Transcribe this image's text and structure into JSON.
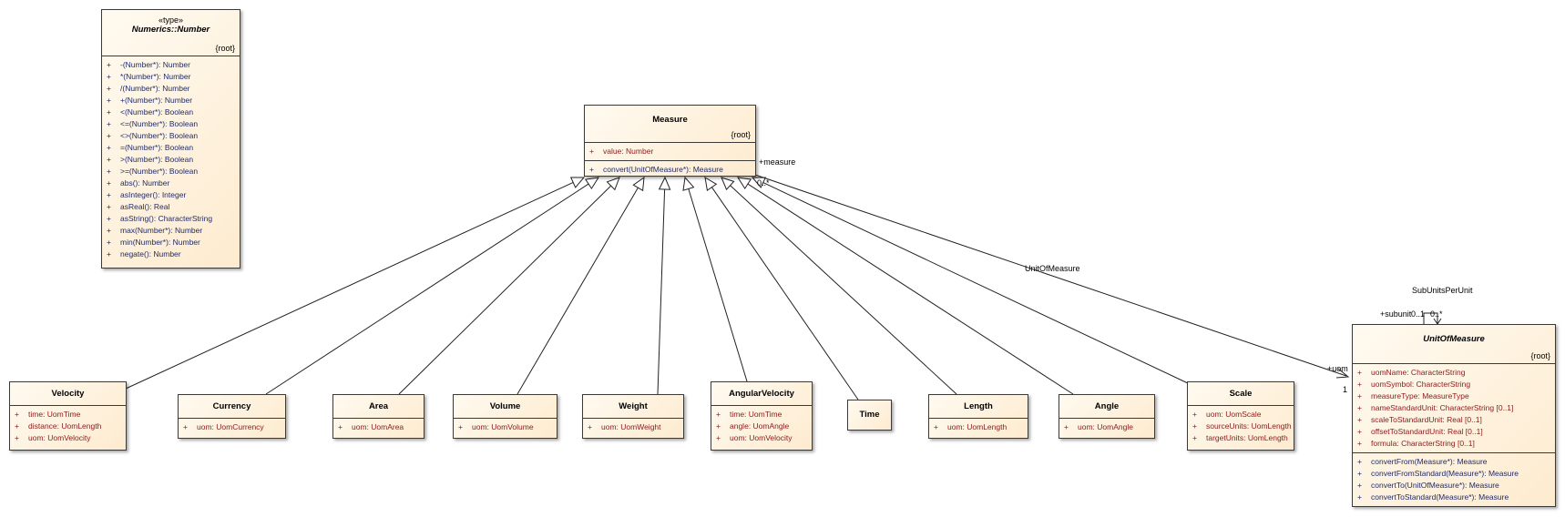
{
  "number_class": {
    "stereotype": "«type»",
    "name": "Numerics::Number",
    "tag": "{root}",
    "operations": [
      {
        "vis": "+",
        "text": "-(Number*): Number"
      },
      {
        "vis": "+",
        "text": "*(Number*): Number"
      },
      {
        "vis": "+",
        "text": "/(Number*): Number"
      },
      {
        "vis": "+",
        "text": "+(Number*): Number"
      },
      {
        "vis": "+",
        "text": "<(Number*): Boolean"
      },
      {
        "vis": "+",
        "text": "<=(Number*): Boolean"
      },
      {
        "vis": "+",
        "text": "<>(Number*): Boolean"
      },
      {
        "vis": "+",
        "text": "=(Number*): Boolean"
      },
      {
        "vis": "+",
        "text": ">(Number*): Boolean"
      },
      {
        "vis": "+",
        "text": ">=(Number*): Boolean"
      },
      {
        "vis": "+",
        "text": "abs(): Number"
      },
      {
        "vis": "+",
        "text": "asInteger(): Integer"
      },
      {
        "vis": "+",
        "text": "asReal(): Real"
      },
      {
        "vis": "+",
        "text": "asString(): CharacterString"
      },
      {
        "vis": "+",
        "text": "max(Number*): Number"
      },
      {
        "vis": "+",
        "text": "min(Number*): Number"
      },
      {
        "vis": "+",
        "text": "negate(): Number"
      }
    ]
  },
  "measure_class": {
    "name": "Measure",
    "tag": "{root}",
    "attributes": [
      {
        "vis": "+",
        "text": "value: Number"
      }
    ],
    "operations": [
      {
        "vis": "+",
        "text": "convert(UnitOfMeasure*): Measure"
      }
    ]
  },
  "uom_class": {
    "name": "UnitOfMeasure",
    "tag": "{root}",
    "attributes": [
      {
        "vis": "+",
        "text": "uomName: CharacterString"
      },
      {
        "vis": "+",
        "text": "uomSymbol: CharacterString"
      },
      {
        "vis": "+",
        "text": "measureType: MeasureType"
      },
      {
        "vis": "+",
        "text": "nameStandardUnit: CharacterString [0..1]"
      },
      {
        "vis": "+",
        "text": "scaleToStandardUnit: Real [0..1]"
      },
      {
        "vis": "+",
        "text": "offsetToStandardUnit: Real [0..1]"
      },
      {
        "vis": "+",
        "text": "formula: CharacterString [0..1]"
      }
    ],
    "operations": [
      {
        "vis": "+",
        "text": "convertFrom(Measure*): Measure"
      },
      {
        "vis": "+",
        "text": "convertFromStandard(Measure*): Measure"
      },
      {
        "vis": "+",
        "text": "convertTo(UnitOfMeasure*): Measure"
      },
      {
        "vis": "+",
        "text": "convertToStandard(Measure*): Measure"
      }
    ]
  },
  "subclasses": [
    {
      "name": "Velocity",
      "attributes": [
        {
          "vis": "+",
          "text": "time: UomTime"
        },
        {
          "vis": "+",
          "text": "distance: UomLength"
        },
        {
          "vis": "+",
          "text": "uom: UomVelocity"
        }
      ]
    },
    {
      "name": "Currency",
      "attributes": [
        {
          "vis": "+",
          "text": "uom: UomCurrency"
        }
      ]
    },
    {
      "name": "Area",
      "attributes": [
        {
          "vis": "+",
          "text": "uom: UomArea"
        }
      ]
    },
    {
      "name": "Volume",
      "attributes": [
        {
          "vis": "+",
          "text": "uom: UomVolume"
        }
      ]
    },
    {
      "name": "Weight",
      "attributes": [
        {
          "vis": "+",
          "text": "uom: UomWeight"
        }
      ]
    },
    {
      "name": "AngularVelocity",
      "attributes": [
        {
          "vis": "+",
          "text": "time: UomTime"
        },
        {
          "vis": "+",
          "text": "angle: UomAngle"
        },
        {
          "vis": "+",
          "text": "uom: UomVelocity"
        }
      ]
    },
    {
      "name": "Time",
      "attributes": []
    },
    {
      "name": "Length",
      "attributes": [
        {
          "vis": "+",
          "text": "uom: UomLength"
        }
      ]
    },
    {
      "name": "Angle",
      "attributes": [
        {
          "vis": "+",
          "text": "uom: UomAngle"
        }
      ]
    },
    {
      "name": "Scale",
      "attributes": [
        {
          "vis": "+",
          "text": "uom: UomScale"
        },
        {
          "vis": "+",
          "text": "sourceUnits: UomLength"
        },
        {
          "vis": "+",
          "text": "targetUnits: UomLength"
        }
      ]
    }
  ],
  "associations": {
    "unit_of_measure": {
      "name": "UnitOfMeasure",
      "measure_role": "+measure",
      "measure_multiplicity": "0..*",
      "uom_role": "+uom",
      "uom_multiplicity": "1"
    },
    "sub_units": {
      "name": "SubUnitsPerUnit",
      "subunit_role": "+subunit",
      "subunit_multiplicity": "0..1",
      "other_multiplicity": "0..*"
    }
  },
  "colors": {
    "box_fill_light": "#fffaf0",
    "box_fill_dark": "#fdebcf",
    "attribute_text": "#8b1a1a",
    "operation_text": "#1f2b6b"
  }
}
